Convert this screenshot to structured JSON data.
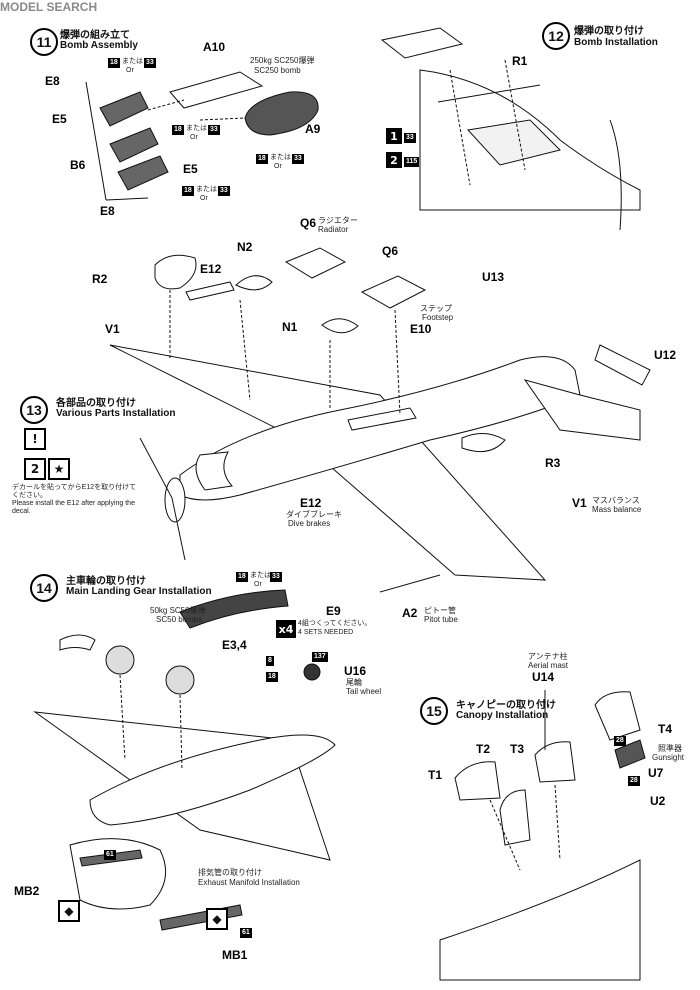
{
  "watermark": {
    "text": "MODEL SEARCH"
  },
  "steps": {
    "s11": {
      "num": "11",
      "jp": "爆弾の組み立て",
      "en": "Bomb Assembly"
    },
    "s12": {
      "num": "12",
      "jp": "爆弾の取り付け",
      "en": "Bomb Installation"
    },
    "s13": {
      "num": "13",
      "jp": "各部品の取り付け",
      "en": "Various Parts Installation"
    },
    "s14": {
      "num": "14",
      "jp": "主車輪の取り付け",
      "en": "Main Landing Gear Installation"
    },
    "s15": {
      "num": "15",
      "jp": "キャノピーの取り付け",
      "en": "Canopy Installation"
    }
  },
  "parts": {
    "a10": "A10",
    "a9": "A9",
    "e8a": "E8",
    "e5a": "E5",
    "b6": "B6",
    "e5b": "E5",
    "e8b": "E8",
    "r1": "R1",
    "q6a": "Q6",
    "q6b": "Q6",
    "n2": "N2",
    "n1": "N1",
    "e12a": "E12",
    "r2": "R2",
    "v1a": "V1",
    "u13": "U13",
    "e10": "E10",
    "u12": "U12",
    "r3": "R3",
    "v1b": "V1",
    "e12b": "E12",
    "a2": "A2",
    "e9": "E9",
    "e34": "E3,4",
    "u16": "U16",
    "u14": "U14",
    "t1": "T1",
    "t2": "T2",
    "t3": "T3",
    "t4": "T4",
    "u7": "U7",
    "u2": "U2",
    "mb2": "MB2",
    "mb1": "MB1"
  },
  "notes": {
    "bomb250": "250kg SC250爆弾",
    "bomb250_en": "SC250 bomb",
    "radiator_jp": "ラジエター",
    "radiator_en": "Radiator",
    "footstep_jp": "ステップ",
    "footstep_en": "Footstep",
    "massbal_jp": "マスバランス",
    "massbal_en": "Mass balance",
    "divebrakes_jp": "ダイブブレーキ",
    "divebrakes_en": "Dive brakes",
    "pitot_jp": "ピトー管",
    "pitot_en": "Pitot tube",
    "decal_jp": "デカールを貼ってからE12を取り付けてください。",
    "decal_en": "Please install the E12 after applying the decal.",
    "bomb50": "50kg SC50爆弾",
    "bomb50_en": "SC50 bombs",
    "sets_jp": "4組つくってください。",
    "sets_en": "4 SETS NEEDED",
    "tailwheel_jp": "尾輪",
    "tailwheel_en": "Tail wheel",
    "aerial_jp": "アンテナ柱",
    "aerial_en": "Aerial mast",
    "gunsight_jp": "照準器",
    "gunsight_en": "Gunsight",
    "exhaust_jp": "排気管の取り付け",
    "exhaust_en": "Exhaust Manifold Installation",
    "or_jp": "または",
    "or_en": "Or",
    "x4": "x4"
  },
  "codes": {
    "c18": "18",
    "c33": "33",
    "c115": "115",
    "c8": "8",
    "c137": "137",
    "c28": "28",
    "c61": "61"
  },
  "marks": {
    "m1": "1",
    "m2": "2"
  }
}
